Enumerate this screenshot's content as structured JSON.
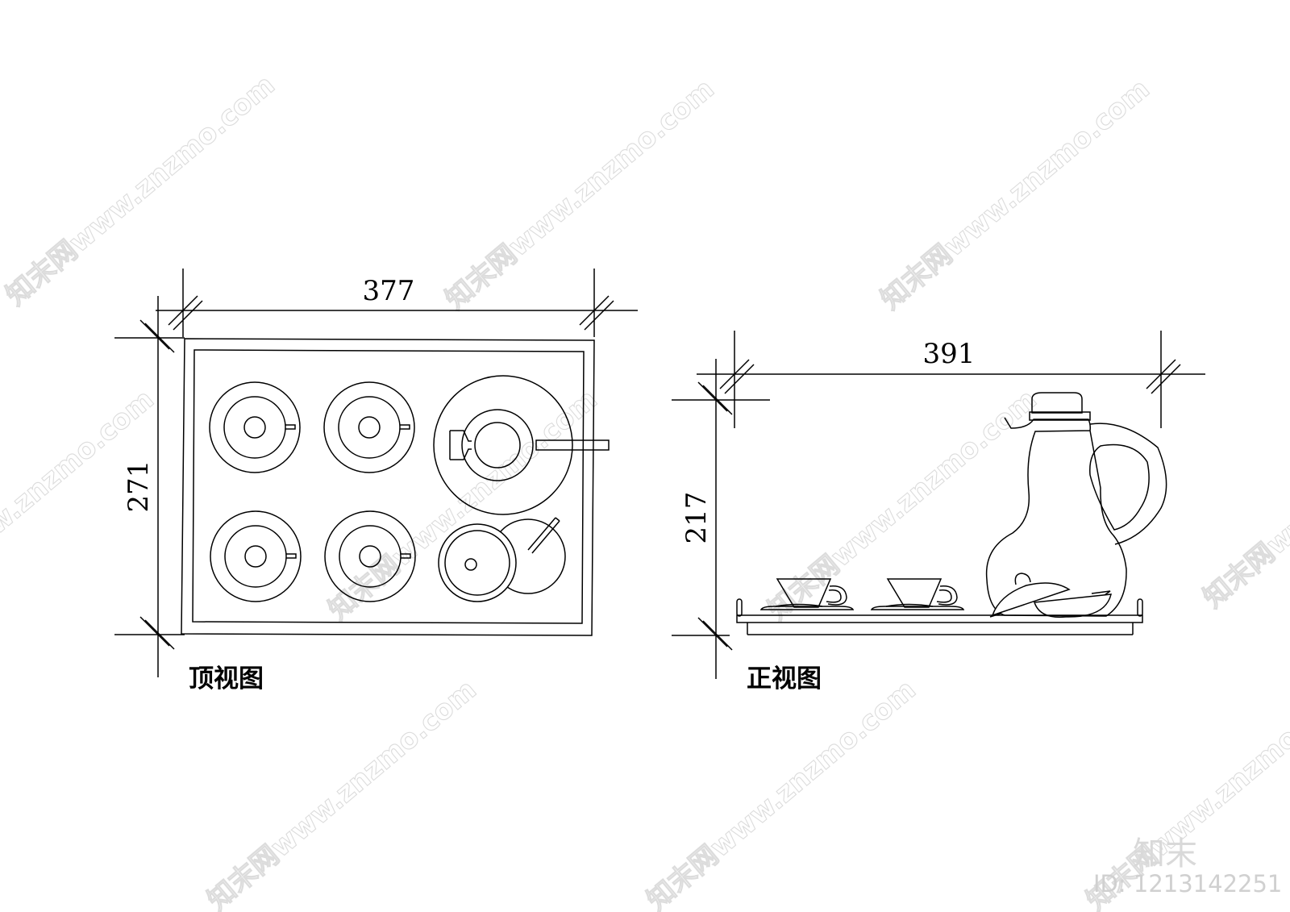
{
  "top_view": {
    "title": "顶视图",
    "width_dimension": "377",
    "height_dimension": "271"
  },
  "front_view": {
    "title": "正视图",
    "width_dimension": "391",
    "height_dimension": "217"
  },
  "watermark": {
    "text": "知末网www.znzmo.com",
    "logo": "知末",
    "id_label": "ID: 1213142251"
  },
  "colors": {
    "line": "#000000",
    "background": "#ffffff",
    "watermark": "#d9d9d9"
  }
}
